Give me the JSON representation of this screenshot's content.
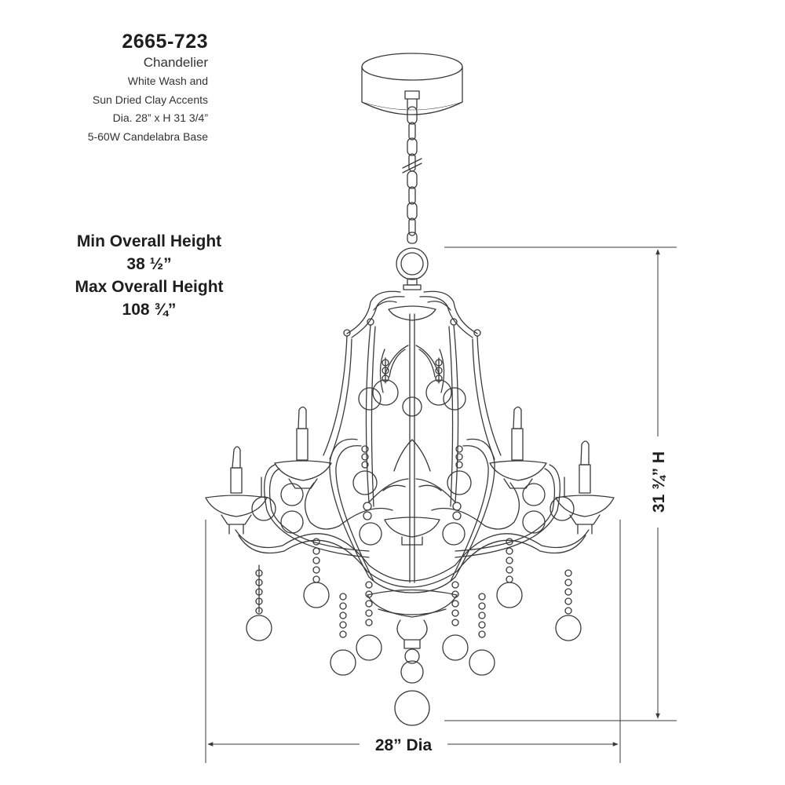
{
  "spec": {
    "model": "2665-723",
    "type": "Chandelier",
    "lines": [
      "White Wash and",
      "Sun Dried Clay Accents",
      "Dia. 28” x H 31 3/4”",
      "5-60W Candelabra Base"
    ]
  },
  "heights": {
    "min_label": "Min Overall Height",
    "min_value": "38 ½”",
    "max_label": "Max Overall Height",
    "max_value": "108 ¾”"
  },
  "dimensions": {
    "height": "31 ¾” H",
    "width": "28” Dia"
  },
  "colors": {
    "line": "#3a3a3a",
    "text": "#1e1e1e"
  }
}
